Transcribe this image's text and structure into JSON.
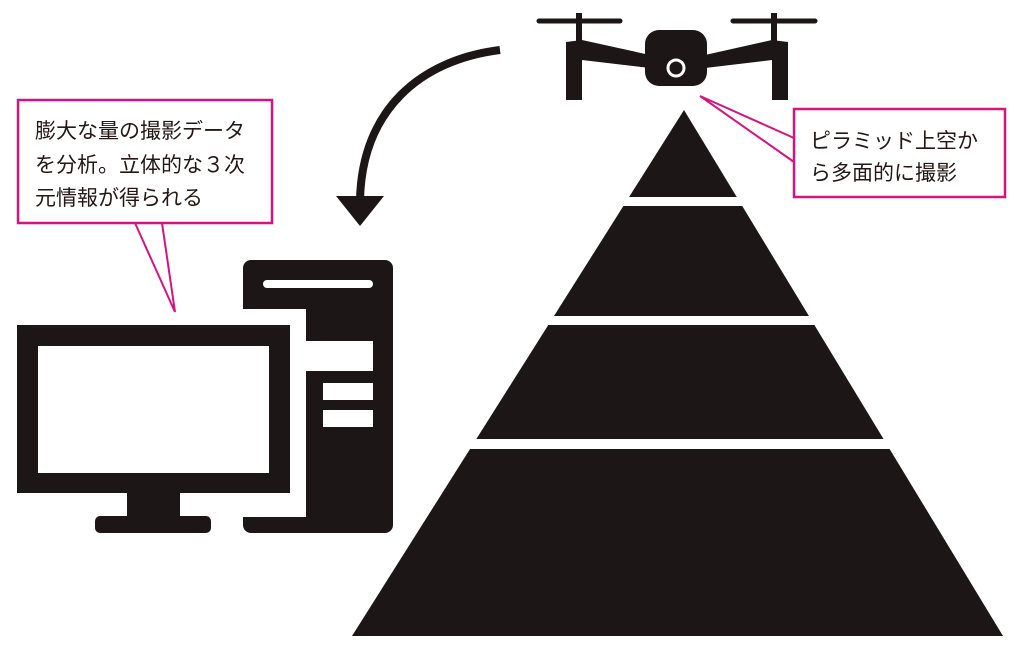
{
  "colors": {
    "ink": "#1c1716",
    "accent": "#d4157f",
    "background": "#ffffff"
  },
  "callouts": {
    "analysis": {
      "lines": [
        "膨大な量の撮影データ",
        "を分析。立体的な３次",
        "元情報が得られる"
      ]
    },
    "drone": {
      "lines": [
        "ピラミッド上空か",
        "ら多面的に撮影"
      ]
    }
  },
  "icons": [
    "drone-icon",
    "pyramid-icon",
    "desktop-computer-icon",
    "curved-arrow-icon"
  ]
}
